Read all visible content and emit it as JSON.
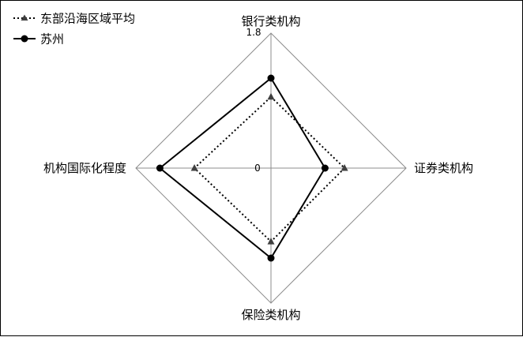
{
  "chart_data": {
    "type": "radar",
    "axes": [
      "银行类机构",
      "证券类机构",
      "保险类机构",
      "机构国际化程度"
    ],
    "range": [
      0,
      1.8
    ],
    "tick_labels": [
      "0",
      "1.8"
    ],
    "series": [
      {
        "name": "东部沿海区域平均",
        "values": [
          0.95,
          0.98,
          0.98,
          1.02
        ],
        "line": "dotted",
        "marker": "triangle",
        "color": "#000000",
        "marker_color": "#404040"
      },
      {
        "name": "苏州",
        "values": [
          1.2,
          0.72,
          1.2,
          1.48
        ],
        "line": "solid",
        "marker": "circle",
        "color": "#000000",
        "marker_color": "#000000"
      }
    ],
    "legend_position": "top-left",
    "grid": "outer-ring"
  }
}
